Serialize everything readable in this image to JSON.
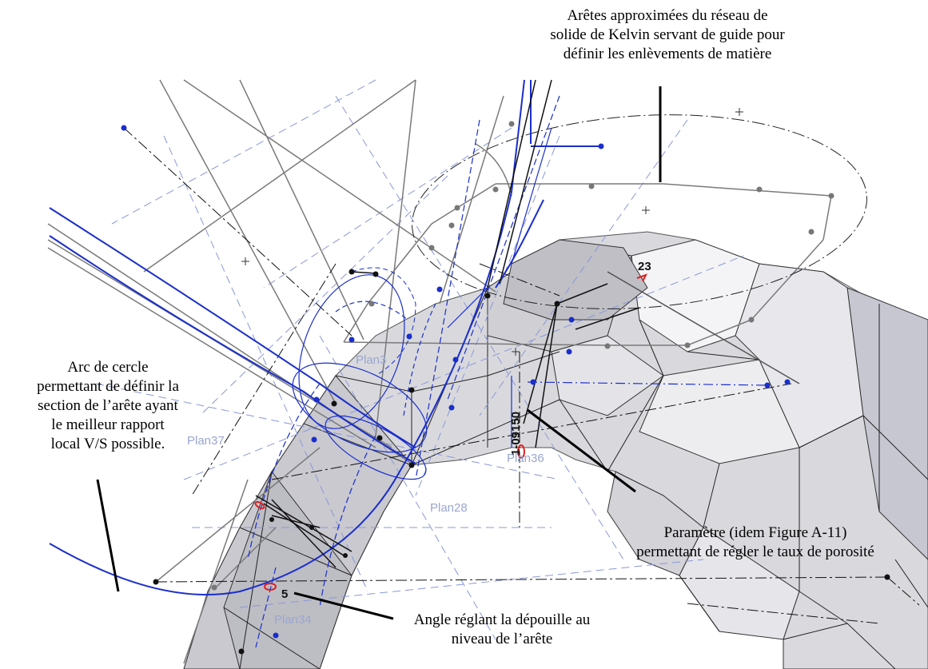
{
  "annotations": {
    "kelvin_edges": [
      "Arêtes approximées du réseau de",
      "solide de Kelvin servant de guide pour",
      "définir les enlèvements de matière"
    ],
    "arc": [
      "Arc de cercle",
      "permettant de définir la",
      "section de l’arête ayant",
      "le meilleur rapport",
      "local V/S possible."
    ],
    "parameter": [
      "Paramètre (idem Figure A-11)",
      "permettant de régler le taux de porosité"
    ],
    "angle": [
      "Angle réglant la dépouille au",
      "niveau de l’arête"
    ]
  },
  "plane_labels": {
    "plan3": "Plan3",
    "plan37": "Plan37",
    "plan36": "Plan36",
    "plan28": "Plan28",
    "plan34": "Plan34"
  },
  "dimensions": {
    "porosity": "1-09150",
    "angle": "5",
    "top_dim": "23"
  },
  "colors": {
    "sketch_blue": "#1a2ecc",
    "construction_blue": "#8a98d8",
    "edge_grey": "#7a7a7a",
    "solid_fill": "#d6d6da",
    "marker_red": "#e02020"
  }
}
